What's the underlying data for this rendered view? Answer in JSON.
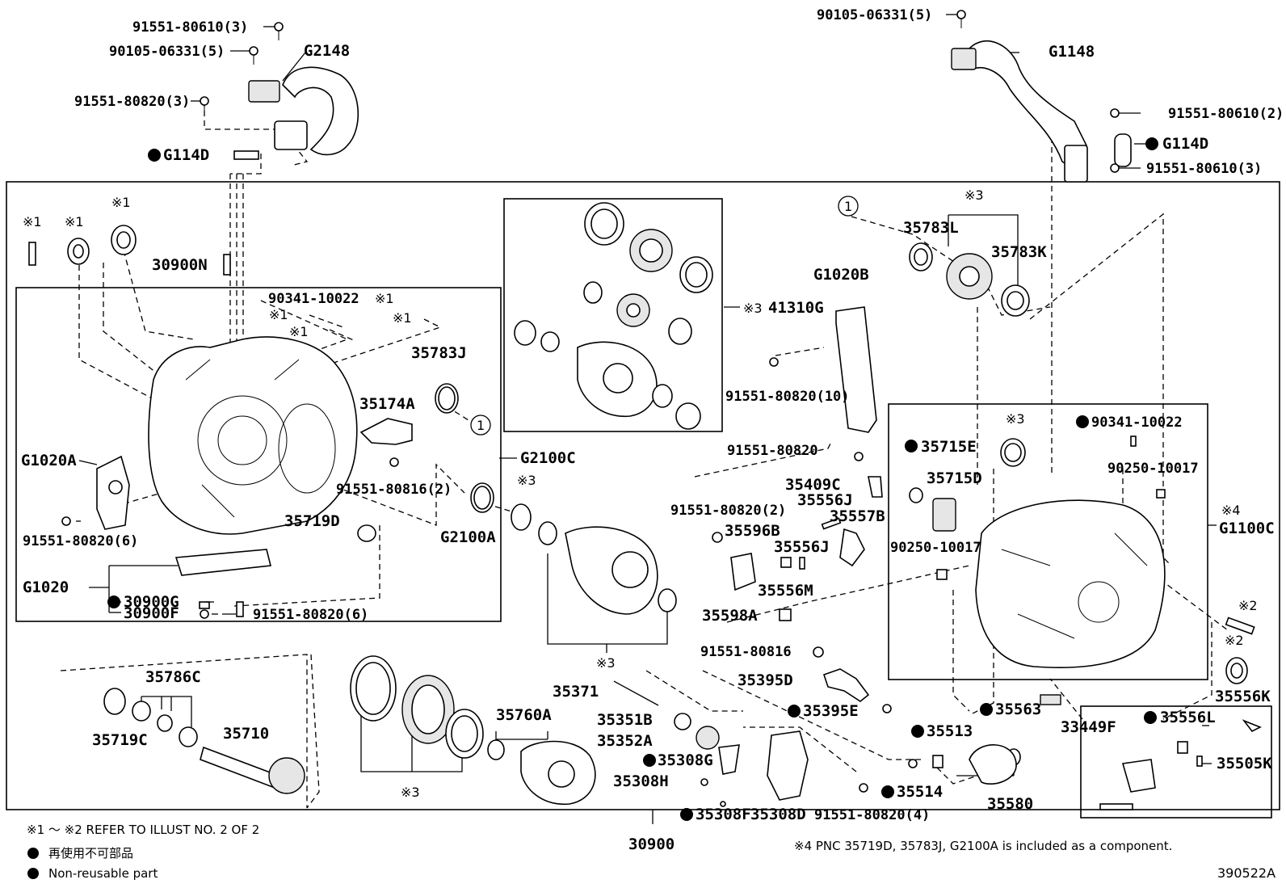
{
  "labels": {
    "p91551_80610_3_top": "91551-80610(3)",
    "p90105_06331_5_left": "90105-06331(5)",
    "pG2148": "G2148",
    "p91551_80820_3": "91551-80820(3)",
    "pG114D_left": "G114D",
    "p90105_06331_5_right": "90105-06331(5)",
    "pG1148": "G1148",
    "p91551_80610_2": "91551-80610(2)",
    "pG114D_right": "G114D",
    "p91551_80610_3_right": "91551-80610(3)",
    "n1_a": "※1",
    "n1_b": "※1",
    "n1_c": "※1",
    "p30900N": "30900N",
    "p90341_10022_left": "90341-10022",
    "n1_d": "※1",
    "n1_e": "※1",
    "n1_f": "※1",
    "n1_g": "※1",
    "p35783J": "35783J",
    "p35174A": "35174A",
    "pG1020A": "G1020A",
    "p91551_80816_2": "91551-80816(2)",
    "pG2100C": "G2100C",
    "p35719D": "35719D",
    "pG2100A": "G2100A",
    "p91551_80820_6_a": "91551-80820(6)",
    "pG1020": "G1020",
    "p30900G": "30900G",
    "p30900F": "30900F",
    "p91551_80820_6_b": "91551-80820(6)",
    "n3_a": "※3",
    "p41310G": "41310G",
    "n3_41310G": "※3",
    "n3_b": "※3",
    "p35783L": "35783L",
    "p35783K": "35783K",
    "pG1020B": "G1020B",
    "p91551_80820_10": "91551-80820(10)",
    "p91551_80820_a": "91551-80820",
    "p35409C": "35409C",
    "p35556J_a": "35556J",
    "p35557B": "35557B",
    "p91551_80820_2": "91551-80820(2)",
    "p35596B": "35596B",
    "p35556J_b": "35556J",
    "p35556M": "35556M",
    "p35598A": "35598A",
    "p35715E": "35715E",
    "p35715D": "35715D",
    "n3_c": "※3",
    "p90341_10022_right": "90341-10022",
    "p90250_10017_a": "90250-10017",
    "p90250_10017_b": "90250-10017",
    "n4": "※4",
    "pG1100C": "G1100C",
    "n2_a": "※2",
    "n2_b": "※2",
    "p35556K": "35556K",
    "n3_d": "※3",
    "p35786C": "35786C",
    "p35719C": "35719C",
    "p35710": "35710",
    "p35760A": "35760A",
    "n3_e": "※3",
    "p35371": "35371",
    "p35351B": "35351B",
    "p35352A": "35352A",
    "p35308G": "35308G",
    "p35308H": "35308H",
    "p35308F": "35308F",
    "p35308D": "35308D",
    "p91551_80816": "91551-80816",
    "p35395D": "35395D",
    "p35395E": "35395E",
    "p35513": "35513",
    "p35514": "35514",
    "p91551_80820_4": "91551-80820(4)",
    "p35563": "35563",
    "p35580": "35580",
    "p33449F": "33449F",
    "p35556L": "35556L",
    "p35505K": "35505K",
    "p30900": "30900",
    "circle1": "1"
  },
  "notes": {
    "refer": "※1 ～ ※2 REFER TO ILLUST NO. 2 OF 2",
    "legend_jp": "再使用不可部品",
    "legend_en": "Non-reusable part",
    "pnc": "※4 PNC 35719D, 35783J, G2100A is included as a component.",
    "code": "390522A"
  }
}
